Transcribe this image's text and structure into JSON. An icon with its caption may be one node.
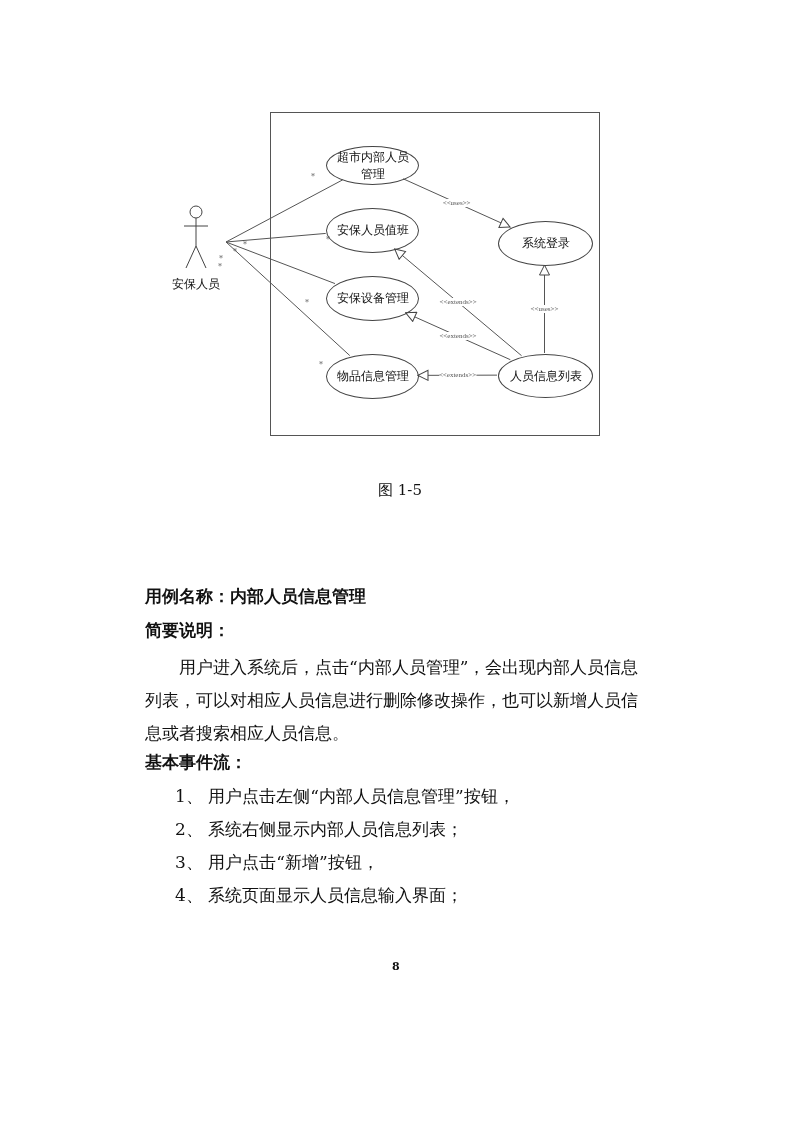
{
  "diagram": {
    "caption": "图 1-5",
    "nodes": [
      {
        "text": [
          "安保人员"
        ]
      },
      {
        "text": [],
        "shape": "box"
      },
      {
        "text": [
          "超市内部人员管理"
        ],
        "in": 1
      },
      {
        "text": [
          "安保人员值班"
        ],
        "in": 1
      },
      {
        "text": [
          "系统登录"
        ],
        "in": 1
      },
      {
        "text": [
          "安保设备管理"
        ],
        "in": 1
      },
      {
        "text": [
          "人员信息列表"
        ],
        "in": 1
      },
      {
        "text": [
          "物品信息管理"
        ],
        "in": 1
      }
    ],
    "edges": [
      {
        "from": 0,
        "to": 2,
        "arrow": "none"
      },
      {
        "from": 0,
        "to": 3,
        "arrow": "none"
      },
      {
        "from": 0,
        "to": 5,
        "arrow": "none"
      },
      {
        "from": 0,
        "to": 7,
        "arrow": "none"
      },
      {
        "from": 2,
        "to": 4,
        "arrow": "to",
        "label": "<<uses>>"
      },
      {
        "from": 6,
        "to": 4,
        "arrow": "to",
        "label": "<<uses>>"
      },
      {
        "from": 6,
        "to": 3,
        "arrow": "to",
        "label": "<<extends>>"
      },
      {
        "from": 6,
        "to": 5,
        "arrow": "to",
        "label": "<<extends>>"
      },
      {
        "from": 6,
        "to": 7,
        "arrow": "to",
        "label": "<<extends>>"
      }
    ],
    "labels": [
      "*",
      "*",
      "*",
      "*",
      "*",
      "*",
      "*",
      "*",
      "用例名称：内部人员信息管理",
      "简要说明：",
      "用户进入系统后，点击“内部人员管理”，会出现内部人员信息列表，可以对相应人员信息进行删除修改操作，也可以新增人员信息或者搜索相应人员信息。",
      "基本事件流：",
      "1、 用户点击左侧“内部人员信息管理”按钮，",
      "2、 系统右侧显示内部人员信息列表；",
      "3、 用户点击“新增”按钮，",
      "4、 系统页面显示人员信息输入界面；",
      "8"
    ]
  }
}
